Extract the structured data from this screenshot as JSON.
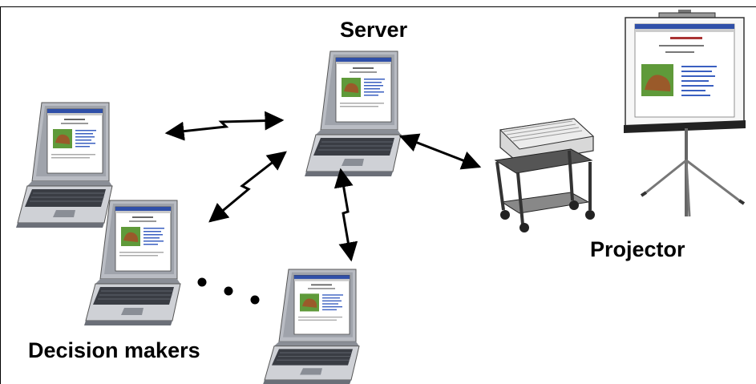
{
  "labels": {
    "server": "Server",
    "projector": "Projector",
    "decision_makers": "Decision makers"
  },
  "nodes": [
    {
      "name": "server-laptop",
      "role": "server"
    },
    {
      "name": "decision-maker-laptop-1",
      "role": "client"
    },
    {
      "name": "decision-maker-laptop-2",
      "role": "client"
    },
    {
      "name": "decision-maker-laptop-3",
      "role": "client"
    },
    {
      "name": "projector",
      "role": "output"
    },
    {
      "name": "projection-screen",
      "role": "display"
    }
  ],
  "links": [
    {
      "from": "decision-maker-laptop-1",
      "to": "server-laptop",
      "style": "wireless-bidirectional"
    },
    {
      "from": "decision-maker-laptop-2",
      "to": "server-laptop",
      "style": "wireless-bidirectional"
    },
    {
      "from": "decision-maker-laptop-3",
      "to": "server-laptop",
      "style": "wireless-bidirectional"
    },
    {
      "from": "server-laptop",
      "to": "projector",
      "style": "bidirectional"
    }
  ],
  "colors": {
    "laptop_body": "#cfd1d6",
    "laptop_dark": "#6b6f78",
    "keyboard": "#3a3d44",
    "screen_bg": "#ffffff",
    "browser_bar": "#2f4fa8",
    "photo_green": "#5f9a3a",
    "photo_brown": "#9a5a2a",
    "projector_body": "#d8d8d8",
    "cart": "#555555",
    "arrow": "#000000"
  }
}
